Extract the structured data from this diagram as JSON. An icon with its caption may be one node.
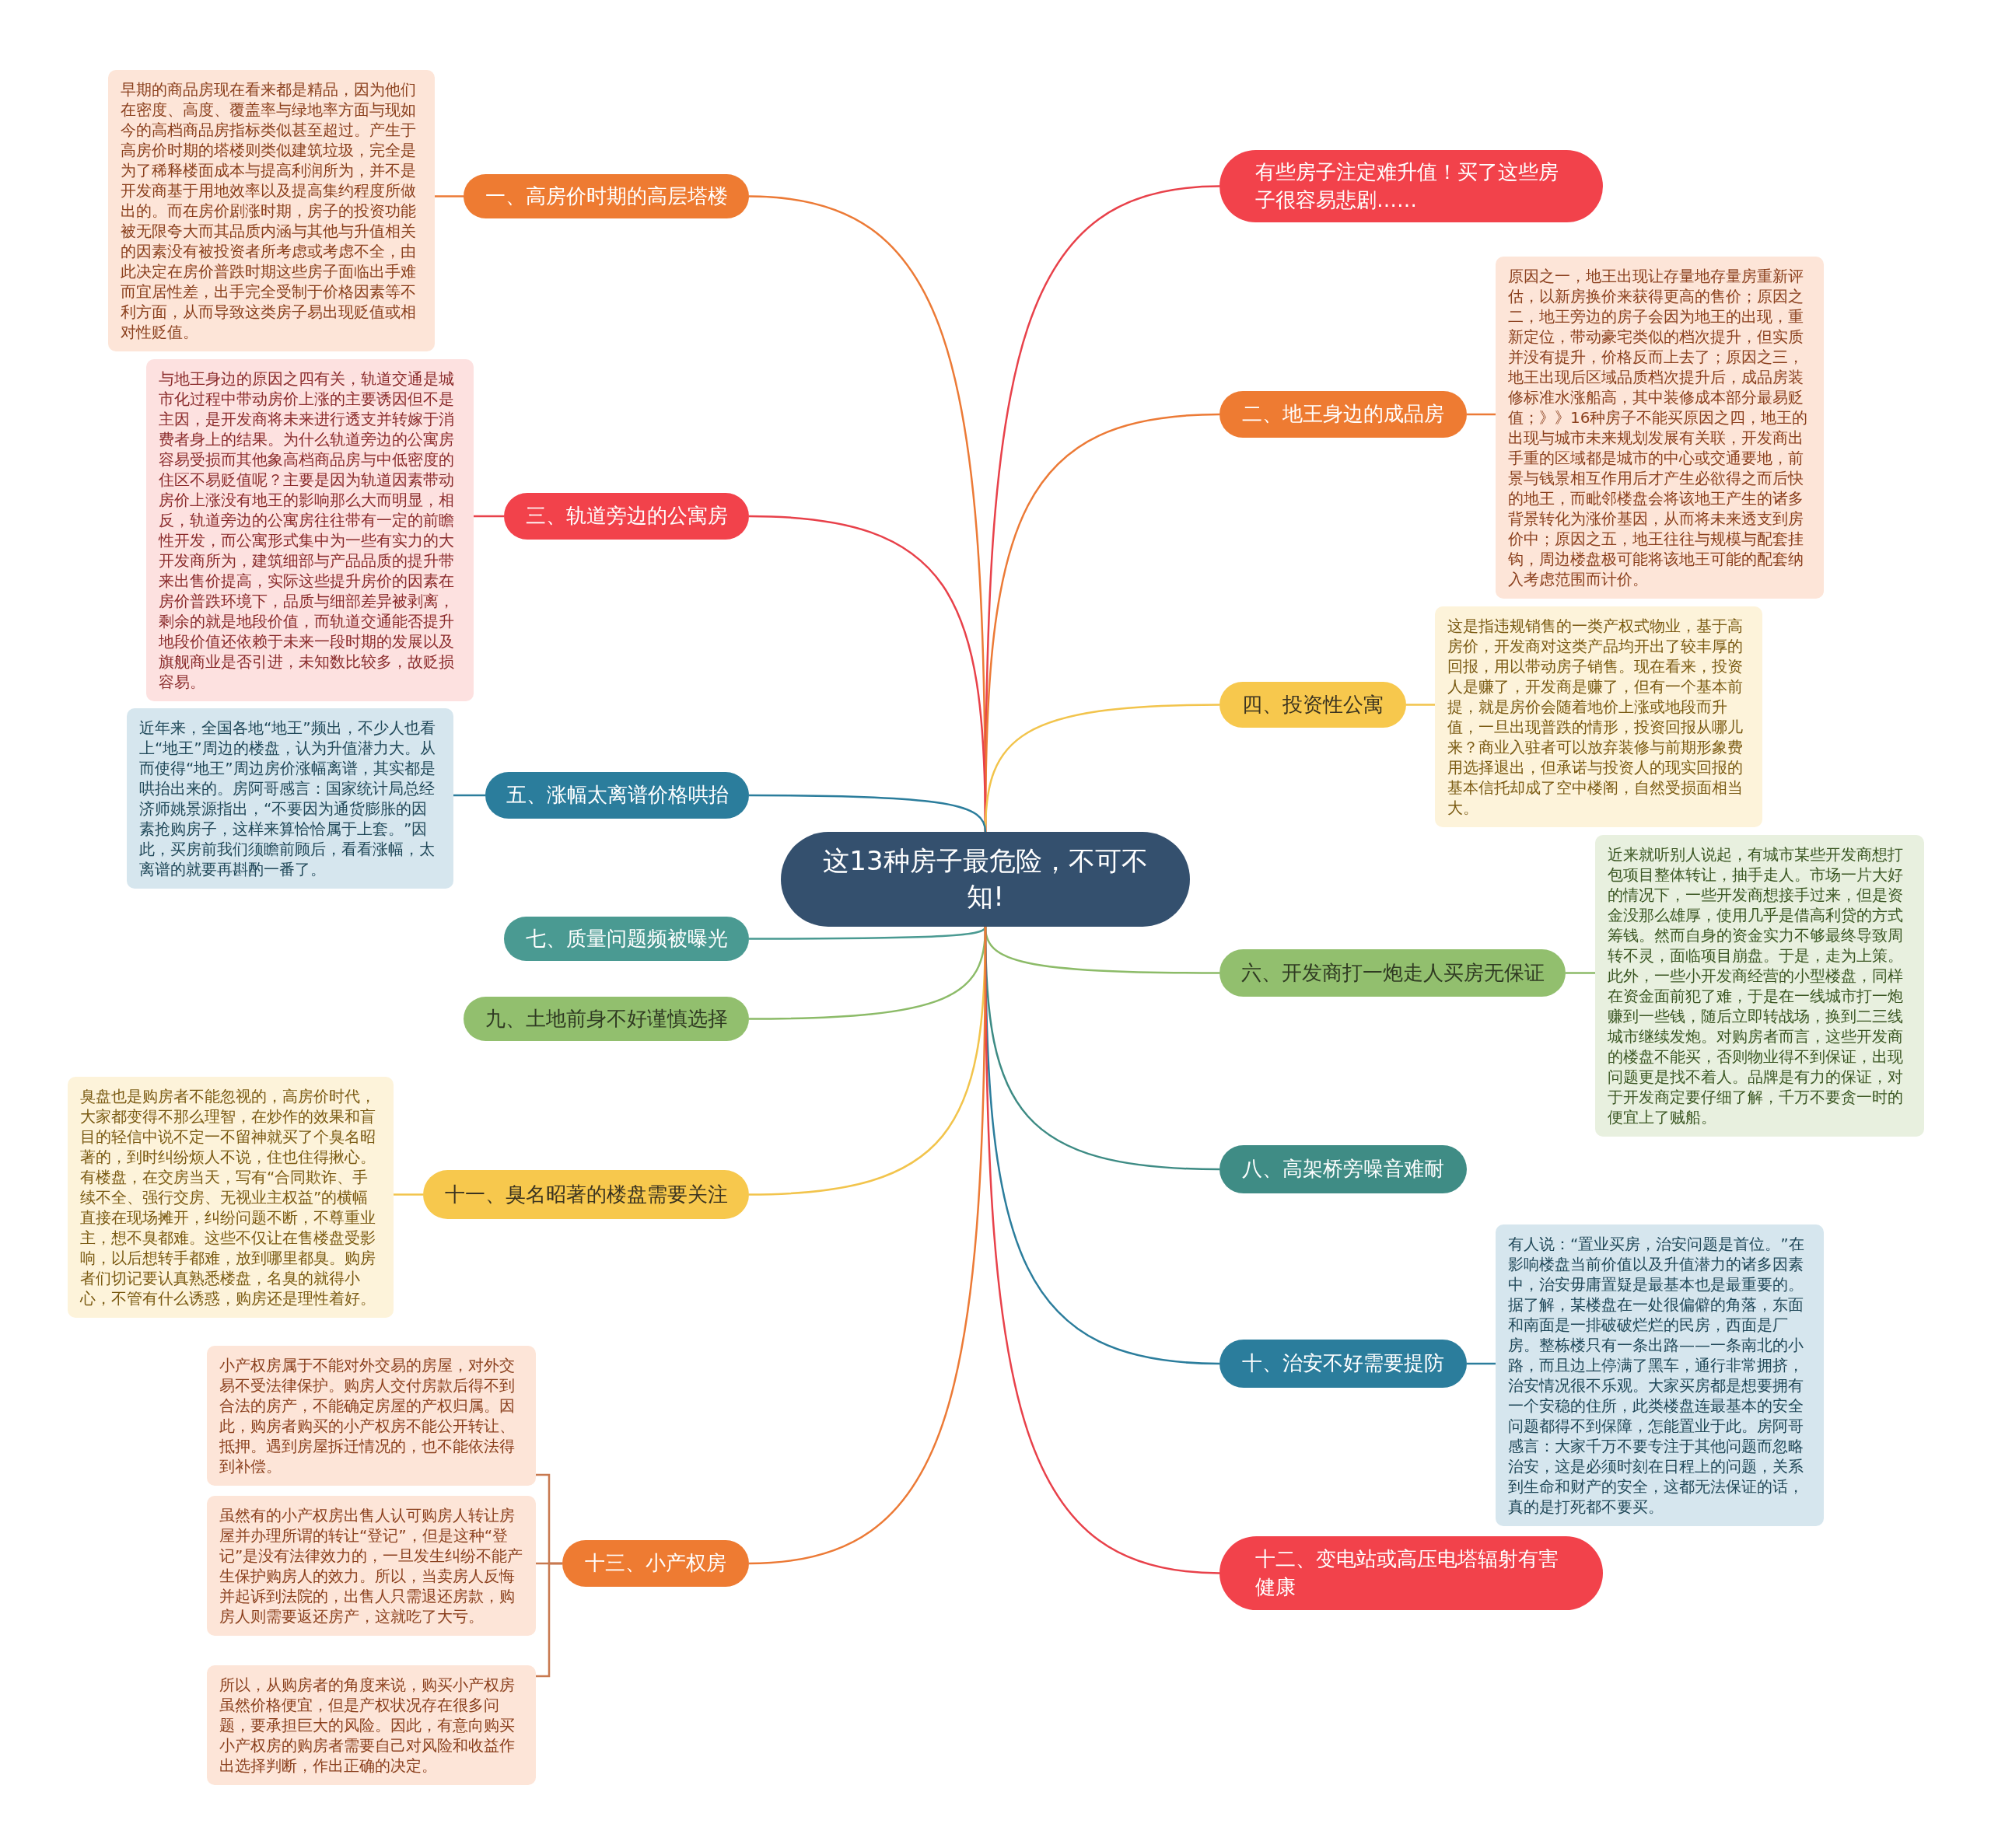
{
  "diagram": {
    "nodes": [
      {
        "text": [
          "这13种房子最危险，不可不知!"
        ]
      },
      {
        "text": [
          "一、高房价时期的高层塔楼"
        ]
      },
      {
        "text": [
          "早期的商品房现在看来都是精品，因为他们在密度、高度、覆盖率与绿地率方面与现如今的高档商品房指标类似甚至超过。产生于高房价时期的塔楼则类似建筑垃圾，完全是为了稀释楼面成本与提高利润所为，并不是开发商基于用地效率以及提高集约程度所做出的。而在房价剧涨时期，房子的投资功能被无限夸大而其品质内涵与其他与升值相关的因素没有被投资者所考虑或考虑不全，由此决定在房价普跌时期这些房子面临出手难而宜居性差，出手完全受制于价格因素等不利方面，从而导致这类房子易出现贬值或相对性贬值。"
        ]
      },
      {
        "text": [
          "有些房子注定难升值！买了这些房子很容易悲剧……"
        ]
      },
      {
        "text": [
          "二、地王身边的成品房"
        ]
      },
      {
        "text": [
          "原因之一，地王出现让存量地存量房重新评估，以新房换价来获得更高的售价；原因之二，地王旁边的房子会因为地王的出现，重新定位，带动豪宅类似的档次提升，但实质并没有提升，价格反而上去了；原因之三，地王出现后区域品质档次提升后，成品房装修标准水涨船高，其中装修成本部分最易贬值；》》16种房子不能买原因之四，地王的出现与城市未来规划发展有关联，开发商出手重的区域都是城市的中心或交通要地，前景与钱景相互作用后才产生必欲得之而后快的地王，而毗邻楼盘会将该地王产生的诸多背景转化为涨价基因，从而将未来透支到房价中；原因之五，地王往往与规模与配套挂钩，周边楼盘极可能将该地王可能的配套纳入考虑范围而计价。"
        ]
      },
      {
        "text": [
          "三、轨道旁边的公寓房"
        ]
      },
      {
        "text": [
          "与地王身边的原因之四有关，轨道交通是城市化过程中带动房价上涨的主要诱因但不是主因，是开发商将未来进行透支并转嫁于消费者身上的结果。为什么轨道旁边的公寓房容易受损而其他象高档商品房与中低密度的住区不易贬值呢？主要是因为轨道因素带动房价上涨没有地王的影响那么大而明显，相反，轨道旁边的公寓房往往带有一定的前瞻性开发，而公寓形式集中为一些有实力的大开发商所为，建筑细部与产品品质的提升带来出售价提高，实际这些提升房价的因素在房价普跌环境下，品质与细部差异被剥离，剩余的就是地段价值，而轨道交通能否提升地段价值还依赖于未来一段时期的发展以及旗舰商业是否引进，未知数比较多，故贬损容易。"
        ]
      },
      {
        "text": [
          "四、投资性公寓"
        ]
      },
      {
        "text": [
          "这是指违规销售的一类产权式物业，基于高房价，开发商对这类产品均开出了较丰厚的回报，用以带动房子销售。现在看来，投资人是赚了，开发商是赚了，但有一个基本前提，就是房价会随着地价上涨或地段而升值，一旦出现普跌的情形，投资回报从哪儿来？商业入驻者可以放弃装修与前期形象费用选择退出，但承诺与投资人的现实回报的基本信托却成了空中楼阁，自然受损面相当大。"
        ]
      },
      {
        "text": [
          "五、涨幅太离谱价格哄抬"
        ]
      },
      {
        "text": [
          "近年来，全国各地“地王”频出，不少人也看上“地王”周边的楼盘，认为升值潜力大。从而使得“地王”周边房价涨幅离谱，其实都是哄抬出来的。房阿哥感言：国家统计局总经济师姚景源指出，“不要因为通货膨胀的因素抢购房子，这样来算恰恰属于上套。”因此，买房前我们须瞻前顾后，看看涨幅，太离谱的就要再斟酌一番了。"
        ]
      },
      {
        "text": [
          "六、开发商打一炮走人买房无保证"
        ]
      },
      {
        "text": [
          "近来就听别人说起，有城市某些开发商想打包项目整体转让，抽手走人。市场一片大好的情况下，一些开发商想接手过来，但是资金没那么雄厚，使用几乎是借高利贷的方式筹钱。然而自身的资金实力不够最终导致周转不灵，面临项目崩盘。于是，走为上策。此外，一些小开发商经营的小型楼盘，同样在资金面前犯了难，于是在一线城市打一炮赚到一些钱，随后立即转战场，换到二三线城市继续发炮。对购房者而言，这些开发商的楼盘不能买，否则物业得不到保证，出现问题更是找不着人。品牌是有力的保证，对于开发商定要仔细了解，千万不要贪一时的便宜上了贼船。"
        ]
      },
      {
        "text": [
          "七、质量问题频被曝光"
        ]
      },
      {
        "text": [
          "八、高架桥旁噪音难耐"
        ]
      },
      {
        "text": [
          "九、土地前身不好谨慎选择"
        ]
      },
      {
        "text": [
          "十、治安不好需要提防"
        ]
      },
      {
        "text": [
          "有人说：“置业买房，治安问题是首位。”在影响楼盘当前价值以及升值潜力的诸多因素中，治安毋庸置疑是最基本也是最重要的。据了解，某楼盘在一处很偏僻的角落，东面和南面是一排破破烂烂的民房，西面是厂房。整栋楼只有一条出路——一条南北的小路，而且边上停满了黑车，通行非常拥挤，治安情况很不乐观。大家买房都是想要拥有一个安稳的住所，此类楼盘连最基本的安全问题都得不到保障，怎能置业于此。房阿哥感言：大家千万不要专注于其他问题而忽略治安，这是必须时刻在日程上的问题，关系到生命和财产的安全，这都无法保证的话，真的是打死都不要买。"
        ]
      },
      {
        "text": [
          "十一、臭名昭著的楼盘需要关注"
        ]
      },
      {
        "text": [
          "臭盘也是购房者不能忽视的，高房价时代，大家都变得不那么理智，在炒作的效果和盲目的轻信中说不定一不留神就买了个臭名昭著的，到时纠纷烦人不说，住也住得揪心。有楼盘，在交房当天，写有“合同欺诈、手续不全、强行交房、无视业主权益”的横幅直接在现场摊开，纠纷问题不断，不尊重业主，想不臭都难。这些不仅让在售楼盘受影响，以后想转手都难，放到哪里都臭。购房者们切记要认真熟悉楼盘，名臭的就得小心，不管有什么诱惑，购房还是理性着好。"
        ]
      },
      {
        "text": [
          "十二、变电站或高压电塔辐射有害健康"
        ]
      },
      {
        "text": [
          "十三、小产权房"
        ]
      },
      {
        "text": [
          "小产权房属于不能对外交易的房屋，对外交易不受法律保护。购房人交付房款后得不到合法的房产，不能确定房屋的产权归属。因此，购房者购买的小产权房不能公开转让、抵押。遇到房屋拆迁情况的，也不能依法得到补偿。"
        ]
      },
      {
        "text": [
          "虽然有的小产权房出售人认可购房人转让房屋并办理所谓的转让“登记”，但是这种“登记”是没有法律效力的，一旦发生纠纷不能产生保护购房人的效力。所以，当卖房人反悔并起诉到法院的，出售人只需退还房款，购房人则需要返还房产，这就吃了大亏。"
        ]
      },
      {
        "text": [
          "所以，从购房者的角度来说，购买小产权房虽然价格便宜，但是产权状况存在很多问题，要承担巨大的风险。因此，有意向购买小产权房的购房者需要自己对风险和收益作出选择判断，作出正确的决定。"
        ]
      }
    ],
    "edges": [
      {
        "from": 0,
        "to": 1,
        "arrow": "none",
        "color": "#ec7a36"
      },
      {
        "from": 0,
        "to": 3,
        "arrow": "none",
        "color": "#e8414a"
      },
      {
        "from": 0,
        "to": 4,
        "arrow": "none",
        "color": "#ec7a36"
      },
      {
        "from": 0,
        "to": 6,
        "arrow": "none",
        "color": "#e8414a"
      },
      {
        "from": 0,
        "to": 8,
        "arrow": "none",
        "color": "#f2c44c"
      },
      {
        "from": 0,
        "to": 10,
        "arrow": "none",
        "color": "#2b7d9c"
      },
      {
        "from": 0,
        "to": 12,
        "arrow": "none",
        "color": "#8cbb68"
      },
      {
        "from": 0,
        "to": 14,
        "arrow": "none",
        "color": "#4a9a92"
      },
      {
        "from": 0,
        "to": 15,
        "arrow": "none",
        "color": "#3d8b84"
      },
      {
        "from": 0,
        "to": 16,
        "arrow": "none",
        "color": "#8cbb68"
      },
      {
        "from": 0,
        "to": 17,
        "arrow": "none",
        "color": "#2b7d9c"
      },
      {
        "from": 0,
        "to": 19,
        "arrow": "none",
        "color": "#f2c44c"
      },
      {
        "from": 0,
        "to": 21,
        "arrow": "none",
        "color": "#e8414a"
      },
      {
        "from": 0,
        "to": 22,
        "arrow": "none",
        "color": "#ec7a36"
      },
      {
        "from": 1,
        "to": 2,
        "arrow": "none",
        "color": "#ec7a36"
      },
      {
        "from": 4,
        "to": 5,
        "arrow": "none",
        "color": "#ec7a36"
      },
      {
        "from": 6,
        "to": 7,
        "arrow": "none",
        "color": "#e8414a"
      },
      {
        "from": 8,
        "to": 9,
        "arrow": "none",
        "color": "#f2c44c"
      },
      {
        "from": 10,
        "to": 11,
        "arrow": "none",
        "color": "#2b7d9c"
      },
      {
        "from": 12,
        "to": 13,
        "arrow": "none",
        "color": "#8cbb68"
      },
      {
        "from": 17,
        "to": 18,
        "arrow": "none",
        "color": "#2b7d9c"
      },
      {
        "from": 19,
        "to": 20,
        "arrow": "none",
        "color": "#f2c44c"
      },
      {
        "from": 22,
        "to": 23,
        "arrow": "none",
        "color": "#c8794f"
      },
      {
        "from": 22,
        "to": 24,
        "arrow": "none",
        "color": "#c8794f"
      },
      {
        "from": 22,
        "to": 25,
        "arrow": "none",
        "color": "#c8794f"
      }
    ]
  }
}
